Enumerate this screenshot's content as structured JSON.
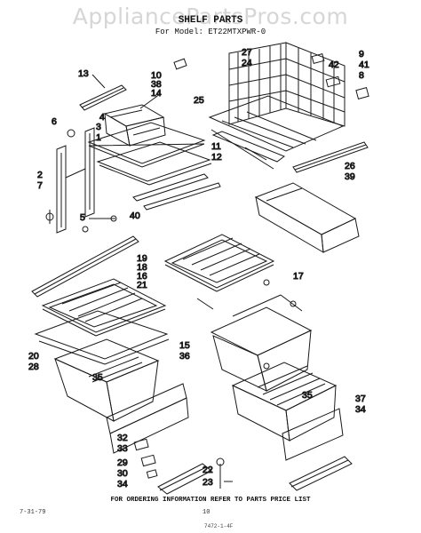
{
  "watermark": "AppliancePartsPros.com",
  "title": "SHELF PARTS",
  "model": "For Model: ET22MTXPWR-0",
  "footer": "FOR ORDERING INFORMATION REFER TO PARTS PRICE LIST",
  "footer_left": "7-31-79",
  "page_number": "10",
  "footer_bottom": "7472-1-4F",
  "callouts": {
    "c13": "13",
    "c10": "10",
    "c38": "38",
    "c14": "14",
    "c6": "6",
    "c4": "4",
    "c2": "2",
    "c7": "7",
    "c5": "5",
    "c40": "40",
    "c3": "3",
    "c1": "1",
    "c11": "11",
    "c12": "12",
    "c27": "27",
    "c24": "24",
    "c25": "25",
    "c9": "9",
    "c41": "41",
    "c42": "42",
    "c8": "8",
    "c26": "26",
    "c39": "39",
    "c19": "19",
    "c18": "18",
    "c16": "16",
    "c21": "21",
    "c17": "17",
    "c20": "20",
    "c28": "28",
    "c35a": "35",
    "c15": "15",
    "c36": "36",
    "c35b": "35",
    "c37": "37",
    "c34a": "34",
    "c32": "32",
    "c33": "33",
    "c29": "29",
    "c30": "30",
    "c34b": "34",
    "c22": "22",
    "c23": "23"
  }
}
